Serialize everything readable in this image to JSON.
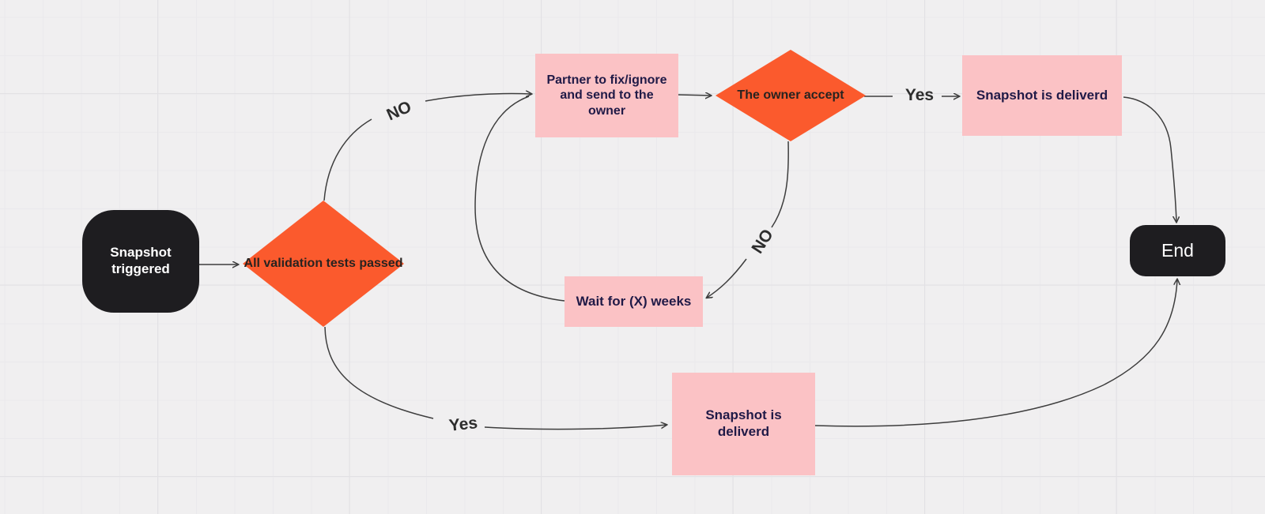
{
  "colors": {
    "background": "#f0eff0",
    "shape_orange": "#fb5a2d",
    "shape_pink": "#fbc2c5",
    "shape_black": "#1e1d20",
    "pink_shape_text": "#201a47",
    "diamond_text": "#282320",
    "connector": "#3d3d3d",
    "edge_label_text": "#2d2d2d"
  },
  "nodes": {
    "start": {
      "label": "Snapshot\ntriggered"
    },
    "validation": {
      "label": "All\nvalidation\ntests\npassed"
    },
    "partner_fix": {
      "label": "Partner to fix/ignore\nand send to the\nowner"
    },
    "owner_accept": {
      "label": "The owner\naccept"
    },
    "snapshot_delivered_top": {
      "label": "Snapshot is deliverd"
    },
    "wait_weeks": {
      "label": "Wait for (X) weeks"
    },
    "snapshot_delivered_bottom": {
      "label": "Snapshot is\ndeliverd"
    },
    "end": {
      "label": "End"
    }
  },
  "edge_labels": {
    "validation_no": "NO",
    "validation_yes": "Yes",
    "owner_yes": "Yes",
    "owner_no": "NO"
  }
}
